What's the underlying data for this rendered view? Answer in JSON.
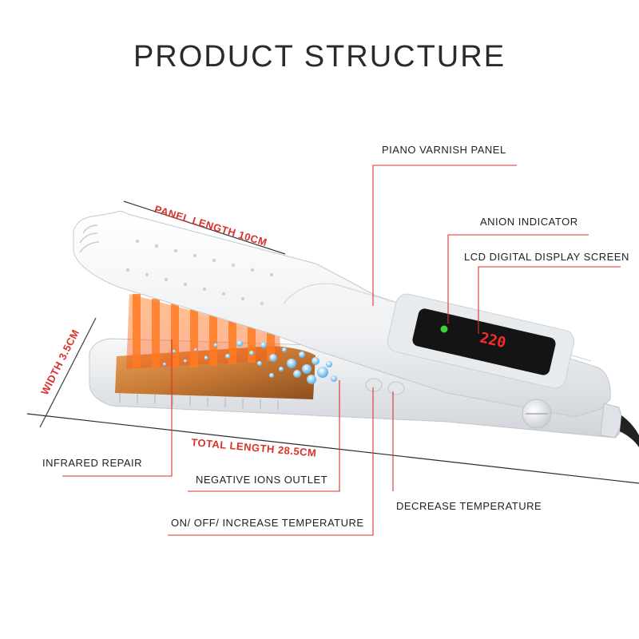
{
  "title": "PRODUCT STRUCTURE",
  "dimensions": {
    "panel_length": "PANEL LENGTH 10CM",
    "width": "WIDTH 3.5CM",
    "total_length": "TOTAL LENGTH 28.5CM"
  },
  "callouts": {
    "piano_varnish_panel": "PIANO VARNISH PANEL",
    "anion_indicator": "ANION INDICATOR",
    "lcd_display_screen": "LCD DIGITAL DISPLAY SCREEN",
    "infrared_repair": "INFRARED REPAIR",
    "negative_ions_outlet": "NEGATIVE IONS OUTLET",
    "decrease_temperature": "DECREASE TEMPERATURE",
    "on_off_increase": "ON/ OFF/ INCREASE TEMPERATURE"
  },
  "display_reading": "220",
  "colors": {
    "callout_line": "#d8322a",
    "dimension_text": "#d8322a",
    "display_digits": "#ff2a2a",
    "indicator": "#3ad13a",
    "heat_glow": "#ff6a1a"
  }
}
